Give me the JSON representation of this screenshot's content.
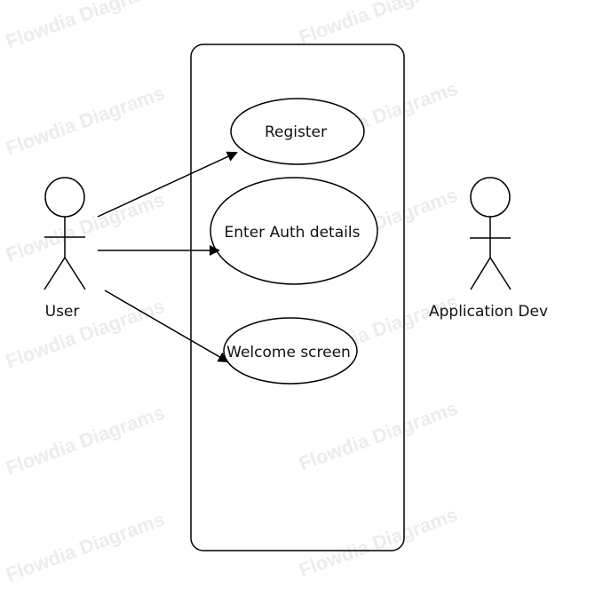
{
  "diagram": {
    "watermark_text": "Flowdia Diagrams",
    "stroke_color": "#000000",
    "background_color": "#ffffff",
    "watermark_color": "#ececec",
    "system_boundary_label": "",
    "actors": [
      {
        "id": "user",
        "label": "User"
      },
      {
        "id": "app-dev",
        "label": "Application Dev"
      }
    ],
    "use_cases": [
      {
        "id": "register",
        "label": "Register"
      },
      {
        "id": "enter-auth",
        "label": "Enter Auth details"
      },
      {
        "id": "welcome",
        "label": "Welcome screen"
      }
    ],
    "associations": [
      {
        "from": "user",
        "to": "register",
        "arrow": "filled-triangle"
      },
      {
        "from": "user",
        "to": "enter-auth",
        "arrow": "filled-triangle"
      },
      {
        "from": "user",
        "to": "welcome",
        "arrow": "filled-triangle"
      }
    ]
  }
}
